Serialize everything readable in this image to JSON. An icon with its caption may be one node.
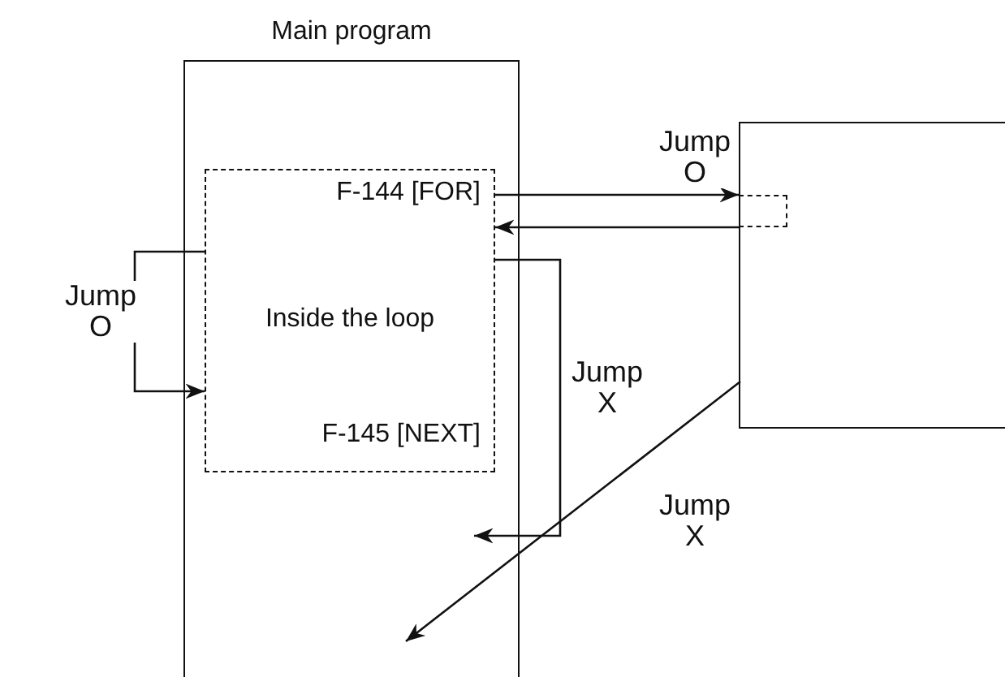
{
  "diagram": {
    "nodes": [
      {
        "text": [
          "Main program"
        ]
      },
      {
        "text": [
          "F-144 [FOR]",
          "Inside the loop",
          "F-145 [NEXT]"
        ],
        "in": 0
      },
      {
        "text": [],
        "shape": "box"
      },
      {
        "text": [],
        "shape": "box",
        "in": 2
      }
    ],
    "edges": [
      {
        "from": 1,
        "to": 1,
        "arrow": "to",
        "label": "Jump O"
      },
      {
        "from": 1,
        "to": 3,
        "arrow": "to",
        "label": "Jump O"
      },
      {
        "from": 3,
        "to": 1,
        "arrow": "to"
      },
      {
        "from": 1,
        "to": 0,
        "arrow": "to",
        "label": "Jump X"
      },
      {
        "from": 2,
        "to": 0,
        "arrow": "to",
        "label": "Jump X"
      }
    ]
  }
}
